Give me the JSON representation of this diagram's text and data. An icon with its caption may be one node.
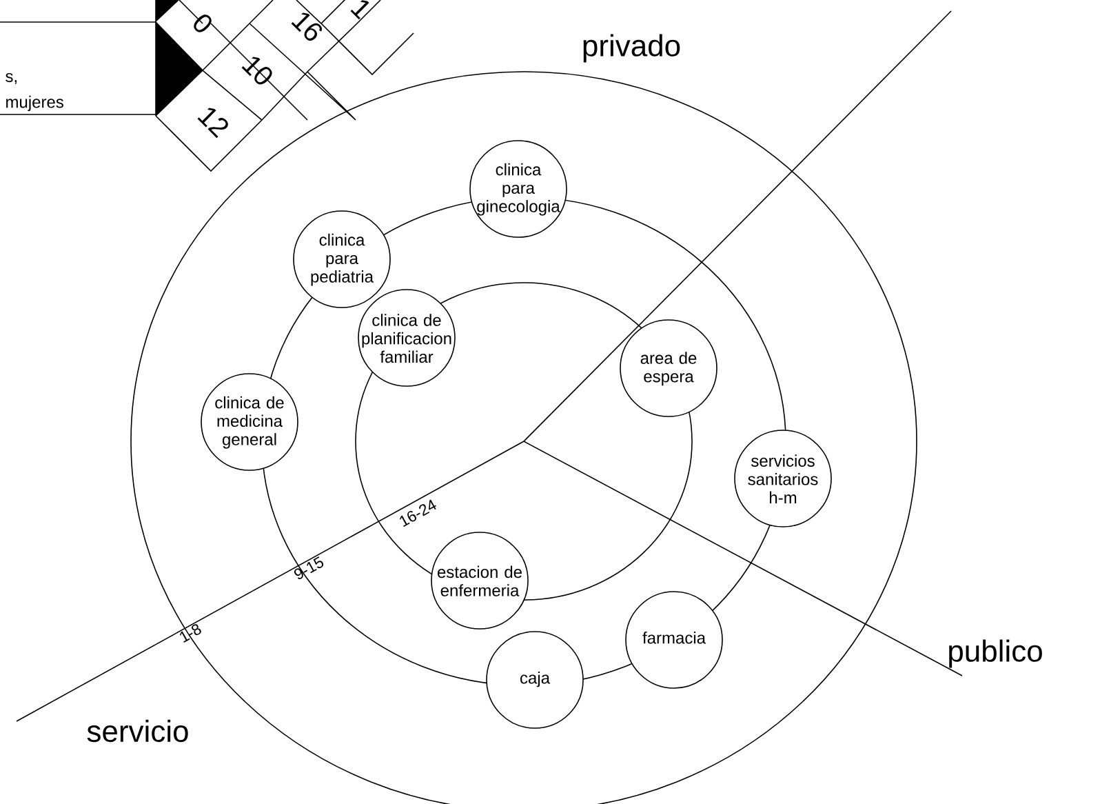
{
  "diagram": {
    "nodes": [
      {
        "text": [
          "clinica para ginecologia"
        ]
      },
      {
        "text": [
          "clinica para pediatria"
        ]
      },
      {
        "text": [
          "clinica de planificacion familiar"
        ]
      },
      {
        "text": [
          "area de espera"
        ]
      },
      {
        "text": [
          "clinica de medicina general"
        ]
      },
      {
        "text": [
          "servicios sanitarios h-m"
        ]
      },
      {
        "text": [
          "estacion de enfermeria"
        ]
      },
      {
        "text": [
          "farmacia"
        ]
      },
      {
        "text": [
          "caja"
        ]
      }
    ],
    "labels": [
      "0",
      "16",
      "1",
      "s,",
      "10",
      "mujeres",
      "12",
      "privado",
      "publico",
      "servicio",
      "16-24",
      "9-15",
      "1-8"
    ]
  }
}
